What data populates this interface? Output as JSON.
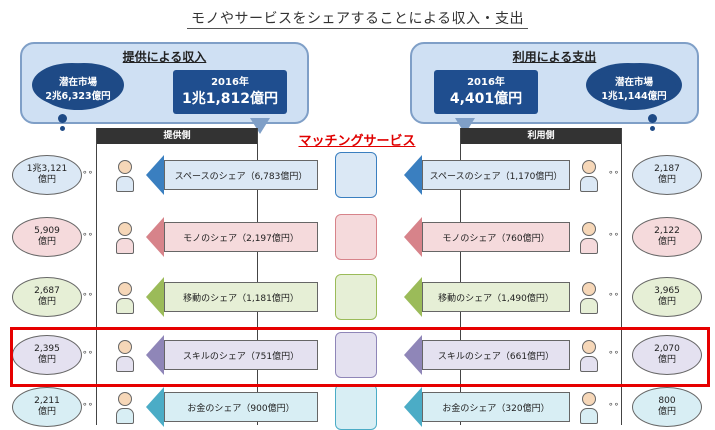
{
  "title": "モノやサービスをシェアすることによる収入・支出",
  "left_panel": {
    "heading": "提供による収入",
    "cloud_label": "潜在市場",
    "cloud_value": "2兆6,323億円",
    "year": "2016年",
    "value": "1兆1,812億円"
  },
  "right_panel": {
    "heading": "利用による支出",
    "cloud_label": "潜在市場",
    "cloud_value": "1兆1,144億円",
    "year": "2016年",
    "value": "4,401億円"
  },
  "columns": {
    "left": "提供側",
    "center": "マッチングサービス",
    "right": "利用側"
  },
  "rows": [
    {
      "left_cloud": "1兆3,121\n億円",
      "left_arrow": "スペースのシェア（6,783億円）",
      "right_arrow": "スペースのシェア（1,170億円）",
      "right_cloud": "2,187\n億円",
      "fill": "#3a7fc0",
      "light": "#dbe8f5"
    },
    {
      "left_cloud": "5,909\n億円",
      "left_arrow": "モノのシェア（2,197億円）",
      "right_arrow": "モノのシェア（760億円）",
      "right_cloud": "2,122\n億円",
      "fill": "#d7838a",
      "light": "#f5dadc"
    },
    {
      "left_cloud": "2,687\n億円",
      "left_arrow": "移動のシェア（1,181億円）",
      "right_arrow": "移動のシェア（1,490億円）",
      "right_cloud": "3,965\n億円",
      "fill": "#9bbb59",
      "light": "#e6efd6"
    },
    {
      "left_cloud": "2,395\n億円",
      "left_arrow": "スキルのシェア（751億円）",
      "right_arrow": "スキルのシェア（661億円）",
      "right_cloud": "2,070\n億円",
      "fill": "#8f86b8",
      "light": "#e4e1f0"
    },
    {
      "left_cloud": "2,211\n億円",
      "left_arrow": "お金のシェア（900億円）",
      "right_arrow": "お金のシェア（320億円）",
      "right_cloud": "800\n億円",
      "fill": "#4bacc6",
      "light": "#d8eef4"
    }
  ]
}
